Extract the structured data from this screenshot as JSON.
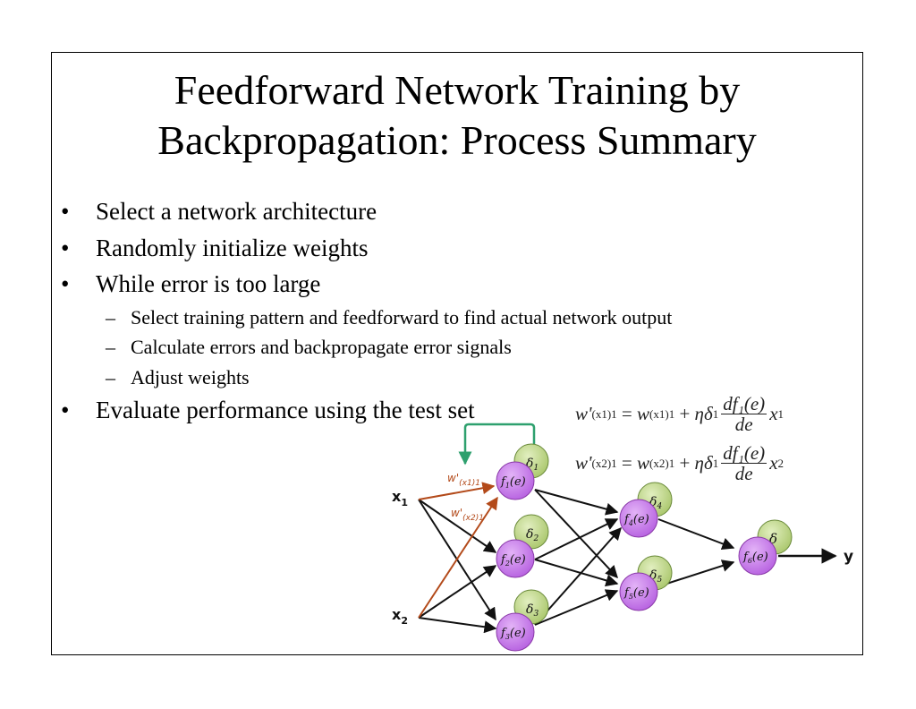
{
  "slide": {
    "title_line1": "Feedforward Network Training by",
    "title_line2": "Backpropagation: Process Summary",
    "bullets": [
      {
        "mark": "•",
        "text": "Select a network architecture"
      },
      {
        "mark": "•",
        "text": "Randomly initialize weights"
      },
      {
        "mark": "•",
        "text": "While error is too large"
      }
    ],
    "sub_bullets": [
      {
        "mark": "–",
        "text": "Select training pattern and feedforward to find actual network output"
      },
      {
        "mark": "–",
        "text": "Calculate errors and backpropagate error signals"
      },
      {
        "mark": "–",
        "text": "Adjust weights"
      }
    ],
    "last_bullet": {
      "mark": "•",
      "text": "Evaluate performance using the test set"
    }
  },
  "diagram": {
    "inputs": [
      "x",
      "x"
    ],
    "input_subscripts": [
      "1",
      "2"
    ],
    "output": "y",
    "weight_labels": [
      "w'",
      "w'"
    ],
    "weight_subscripts": [
      "(x1)1",
      "(x2)1"
    ],
    "neurons": [
      {
        "fn": "f",
        "sub": "1",
        "arg": "(e)",
        "delta": "δ",
        "delta_sub": "1"
      },
      {
        "fn": "f",
        "sub": "2",
        "arg": "(e)",
        "delta": "δ",
        "delta_sub": "2"
      },
      {
        "fn": "f",
        "sub": "3",
        "arg": "(e)",
        "delta": "δ",
        "delta_sub": "3"
      },
      {
        "fn": "f",
        "sub": "4",
        "arg": "(e)",
        "delta": "δ",
        "delta_sub": "4"
      },
      {
        "fn": "f",
        "sub": "5",
        "arg": "(e)",
        "delta": "δ",
        "delta_sub": "5"
      },
      {
        "fn": "f",
        "sub": "6",
        "arg": "(e)",
        "delta": "δ",
        "delta_sub": ""
      }
    ],
    "colors": {
      "neuron_fill": "#c77bea",
      "delta_fill": "#c2d98a",
      "weight_arrow": "#b34a1a",
      "feedback_arrow": "#2ea06e",
      "arrow": "#111111"
    }
  },
  "formulas": [
    {
      "lhs": "w'",
      "lhs_sub": "(x1)1",
      "eq": " = ",
      "w": "w",
      "w_sub": "(x1)1",
      "plus": " + ",
      "eta": "η",
      "delta": "δ",
      "delta_sub": "1",
      "num": "df₁(e)",
      "den": "de",
      "x": "x",
      "x_sub": "1"
    },
    {
      "lhs": "w'",
      "lhs_sub": "(x2)1",
      "eq": " = ",
      "w": "w",
      "w_sub": "(x2)1",
      "plus": " + ",
      "eta": "η",
      "delta": "δ",
      "delta_sub": "1",
      "num": "df₁(e)",
      "den": "de",
      "x": "x",
      "x_sub": "2"
    }
  ]
}
